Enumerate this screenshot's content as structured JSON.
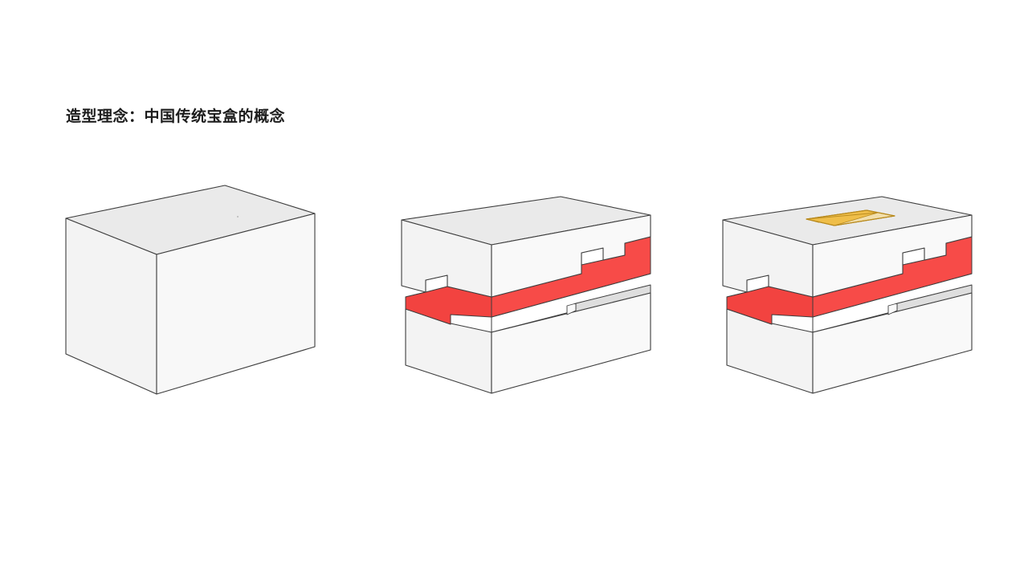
{
  "slide": {
    "title": "造型理念：中国传统宝盒的概念",
    "background_color": "#FFFFFF",
    "title_color": "#1C1C1C"
  },
  "palette": {
    "top_face": "#EAEAEA",
    "left_face": "#F2F2F2",
    "front_face": "#F7F7F7",
    "inner_shadow": "#DEDEDE",
    "outline": "#3D3D3D",
    "red_top": "#F96A66",
    "red_front": "#F74B48",
    "red_left": "#F2423F",
    "gold_floor": "#EFBE49",
    "gold_wall": "#F1DCA4",
    "gold_outline": "#B98B1F"
  },
  "figures": [
    {
      "id": "figure-1",
      "name": "closed-treasure-box",
      "caption": "",
      "parts": [
        "solid-box"
      ],
      "has_red_layer": false,
      "has_gold_inlay": false
    },
    {
      "id": "figure-2",
      "name": "exploded-treasure-box-with-red-interlock",
      "caption": "",
      "parts": [
        "lid",
        "red-interlocking-layer",
        "base"
      ],
      "has_red_layer": true,
      "has_gold_inlay": false
    },
    {
      "id": "figure-3",
      "name": "treasure-box-with-gold-inlay-lid",
      "caption": "",
      "parts": [
        "lid",
        "gold-inlay-recess",
        "red-interlocking-layer",
        "base"
      ],
      "has_red_layer": true,
      "has_gold_inlay": true
    }
  ]
}
